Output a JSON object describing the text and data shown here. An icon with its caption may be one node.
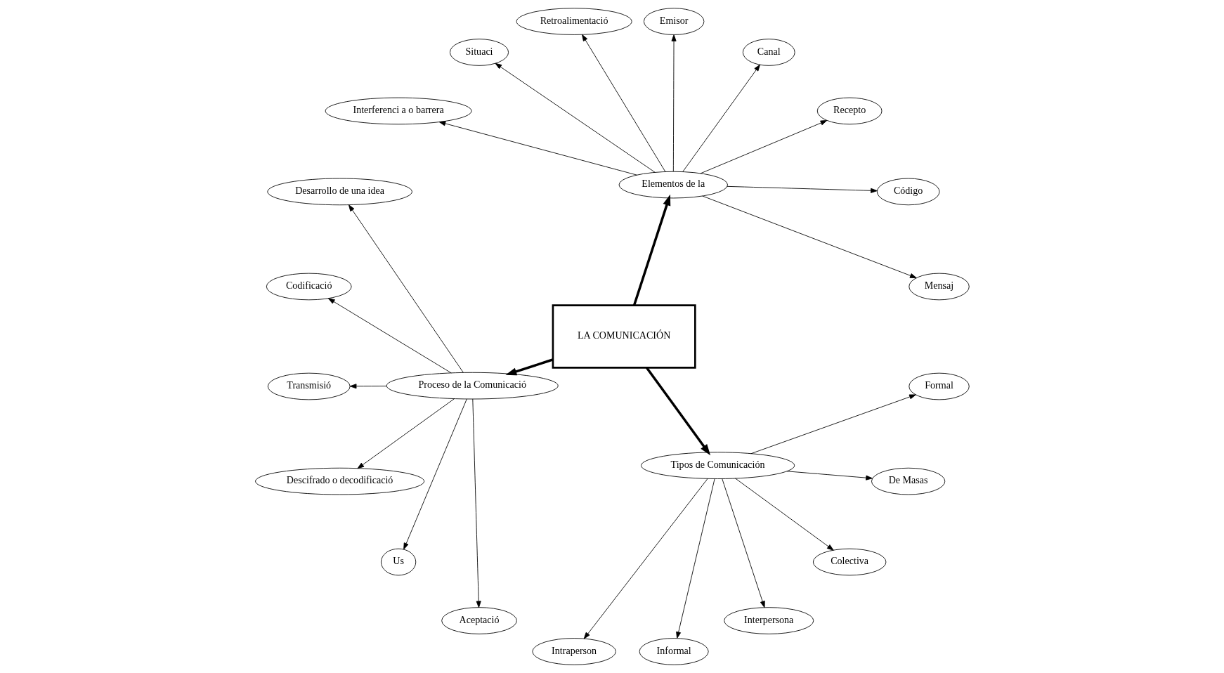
{
  "diagram": {
    "nodes": [
      {
        "text": [
          "LA COMUNICACIÓN"
        ]
      },
      {
        "text": [
          "Elementos de la"
        ]
      },
      {
        "text": [
          "Mensaj"
        ]
      },
      {
        "text": [
          "Código"
        ]
      },
      {
        "text": [
          "Recepto"
        ]
      },
      {
        "text": [
          "Canal"
        ]
      },
      {
        "text": [
          "Emisor"
        ]
      },
      {
        "text": [
          "Retroalimentació"
        ]
      },
      {
        "text": [
          "Situaci"
        ]
      },
      {
        "text": [
          "Interferenci a o barrera"
        ]
      },
      {
        "text": [
          "Proceso de la Comunicació"
        ]
      },
      {
        "text": [
          "Desarrollo de una idea"
        ]
      },
      {
        "text": [
          "Codificació"
        ]
      },
      {
        "text": [
          "Transmisió"
        ]
      },
      {
        "text": [
          "Descifrado o decodificació"
        ]
      },
      {
        "text": [
          "Us"
        ]
      },
      {
        "text": [
          "Aceptació"
        ]
      },
      {
        "text": [
          "Tipos de Comunicación"
        ]
      },
      {
        "text": [
          "Intraperson"
        ]
      },
      {
        "text": [
          "Informal"
        ]
      },
      {
        "text": [
          "Interpersona"
        ]
      },
      {
        "text": [
          "Colectiva"
        ]
      },
      {
        "text": [
          "De Masas"
        ]
      },
      {
        "text": [
          "Formal"
        ]
      }
    ],
    "edges": [
      {
        "from": 0,
        "to": 1,
        "arrow": "to",
        "style": "thick"
      },
      {
        "from": 0,
        "to": 10,
        "arrow": "to",
        "style": "thick"
      },
      {
        "from": 0,
        "to": 17,
        "arrow": "to",
        "style": "thick"
      },
      {
        "from": 1,
        "to": 2,
        "arrow": "to"
      },
      {
        "from": 1,
        "to": 3,
        "arrow": "to"
      },
      {
        "from": 1,
        "to": 4,
        "arrow": "to"
      },
      {
        "from": 1,
        "to": 5,
        "arrow": "to"
      },
      {
        "from": 1,
        "to": 6,
        "arrow": "to"
      },
      {
        "from": 1,
        "to": 7,
        "arrow": "to"
      },
      {
        "from": 1,
        "to": 8,
        "arrow": "to"
      },
      {
        "from": 1,
        "to": 9,
        "arrow": "to"
      },
      {
        "from": 10,
        "to": 11,
        "arrow": "to"
      },
      {
        "from": 10,
        "to": 12,
        "arrow": "to"
      },
      {
        "from": 10,
        "to": 13,
        "arrow": "to"
      },
      {
        "from": 10,
        "to": 14,
        "arrow": "to"
      },
      {
        "from": 10,
        "to": 15,
        "arrow": "to"
      },
      {
        "from": 10,
        "to": 16,
        "arrow": "to"
      },
      {
        "from": 17,
        "to": 18,
        "arrow": "to"
      },
      {
        "from": 17,
        "to": 19,
        "arrow": "to"
      },
      {
        "from": 17,
        "to": 20,
        "arrow": "to"
      },
      {
        "from": 17,
        "to": 21,
        "arrow": "to"
      },
      {
        "from": 17,
        "to": 22,
        "arrow": "to"
      },
      {
        "from": 17,
        "to": 23,
        "arrow": "to"
      }
    ]
  }
}
